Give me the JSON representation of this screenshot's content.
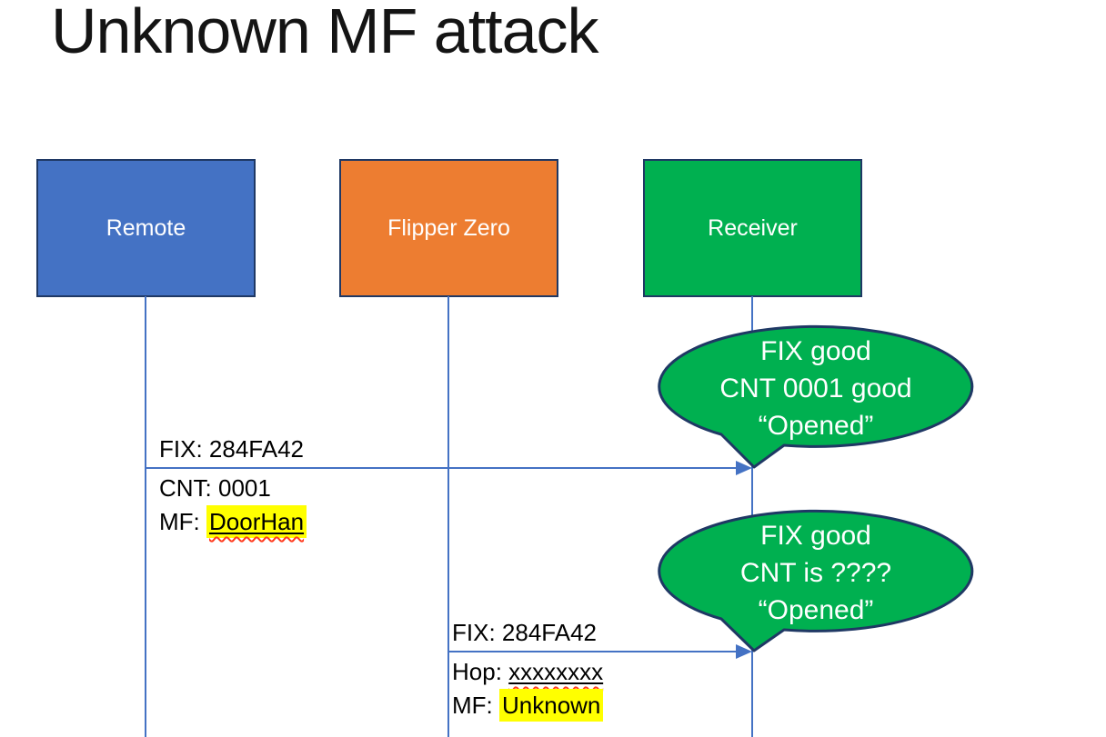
{
  "title": "Unknown MF attack",
  "colors": {
    "actor_remote": "#4472C4",
    "actor_flipper": "#ED7D31",
    "actor_receiver": "#00B050",
    "callout_fill": "#00B050",
    "shape_border": "#1F3864",
    "connector": "#4472C4",
    "highlight": "#FFFF00",
    "squiggle": "#FF3B1F"
  },
  "actors": [
    {
      "label": "Remote"
    },
    {
      "label": "Flipper Zero"
    },
    {
      "label": "Receiver"
    }
  ],
  "messages": [
    {
      "from": "Remote",
      "to": "Receiver",
      "above": "FIX: 284FA42",
      "below": [
        {
          "prefix": "CNT: ",
          "value": "0001"
        },
        {
          "prefix": "MF: ",
          "value": "DoorHan"
        }
      ]
    },
    {
      "from": "Flipper Zero",
      "to": "Receiver",
      "above": "FIX: 284FA42",
      "below": [
        {
          "prefix": "Hop: ",
          "value": "xxxxxxxx"
        },
        {
          "prefix": "MF: ",
          "value": "Unknown"
        }
      ]
    }
  ],
  "callouts": [
    {
      "lines": [
        "FIX good",
        "CNT 0001 good",
        "“Opened”"
      ]
    },
    {
      "lines": [
        "FIX good",
        "CNT is ????",
        "“Opened”"
      ]
    }
  ]
}
